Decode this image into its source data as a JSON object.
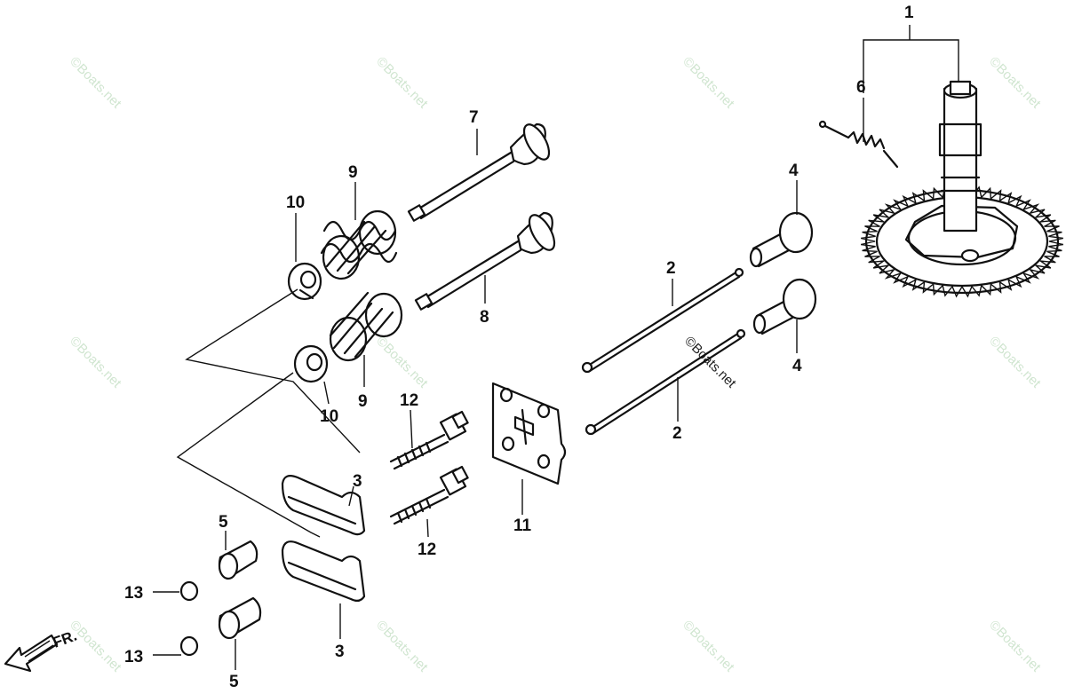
{
  "callouts": {
    "c1": "1",
    "c2a": "2",
    "c2b": "2",
    "c3a": "3",
    "c3b": "3",
    "c4a": "4",
    "c4b": "4",
    "c5a": "5",
    "c5b": "5",
    "c6": "6",
    "c7": "7",
    "c8": "8",
    "c9a": "9",
    "c9b": "9",
    "c10a": "10",
    "c10b": "10",
    "c11": "11",
    "c12a": "12",
    "c12b": "12",
    "c13a": "13",
    "c13b": "13"
  },
  "front_arrow_label": "FR.",
  "watermark_text": "©Boats.net",
  "colors": {
    "ink": "#111111",
    "watermark": "#b8d8b8",
    "background": "#ffffff"
  }
}
